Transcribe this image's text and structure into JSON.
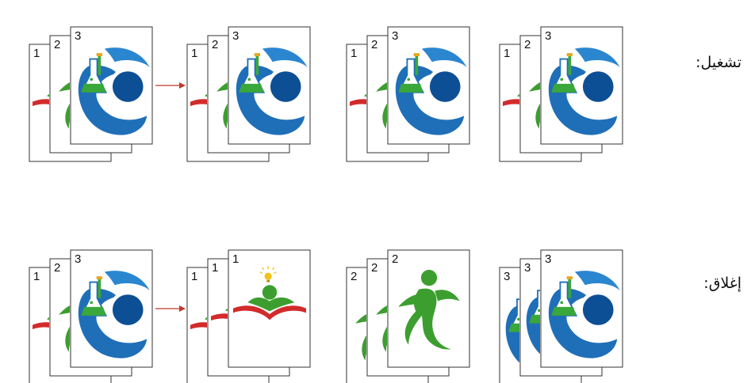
{
  "rows": [
    {
      "label": "تشغيل:",
      "stacks": [
        {
          "pages": [
            {
              "num": "1",
              "art": "book"
            },
            {
              "num": "2",
              "art": "runner"
            },
            {
              "num": "3",
              "art": "science"
            }
          ]
        },
        {
          "pages": [
            {
              "num": "1",
              "art": "book"
            },
            {
              "num": "2",
              "art": "runner"
            },
            {
              "num": "3",
              "art": "science"
            }
          ]
        },
        {
          "pages": [
            {
              "num": "1",
              "art": "book"
            },
            {
              "num": "2",
              "art": "runner"
            },
            {
              "num": "3",
              "art": "science"
            }
          ]
        },
        {
          "pages": [
            {
              "num": "1",
              "art": "book"
            },
            {
              "num": "2",
              "art": "runner"
            },
            {
              "num": "3",
              "art": "science"
            }
          ]
        }
      ],
      "arrow_after_stack": 1
    },
    {
      "label": "إغلاق:",
      "stacks": [
        {
          "pages": [
            {
              "num": "1",
              "art": "book"
            },
            {
              "num": "2",
              "art": "runner"
            },
            {
              "num": "3",
              "art": "science"
            }
          ]
        },
        {
          "pages": [
            {
              "num": "1",
              "art": "book"
            },
            {
              "num": "1",
              "art": "book"
            },
            {
              "num": "1",
              "art": "book"
            }
          ]
        },
        {
          "pages": [
            {
              "num": "2",
              "art": "runner"
            },
            {
              "num": "2",
              "art": "runner"
            },
            {
              "num": "2",
              "art": "runner"
            }
          ]
        },
        {
          "pages": [
            {
              "num": "3",
              "art": "science"
            },
            {
              "num": "3",
              "art": "science"
            },
            {
              "num": "3",
              "art": "science"
            }
          ]
        }
      ],
      "arrow_after_stack": 1
    }
  ],
  "colors": {
    "science_blue": "#1f6fb8",
    "science_dark": "#0d4f95",
    "flask_green": "#3aa73a",
    "runner_green": "#3c9e2e",
    "book_red": "#d22b2b",
    "bulb_yellow": "#f2c21a",
    "arrow_red": "#c0392b",
    "page_border": "#333333"
  }
}
